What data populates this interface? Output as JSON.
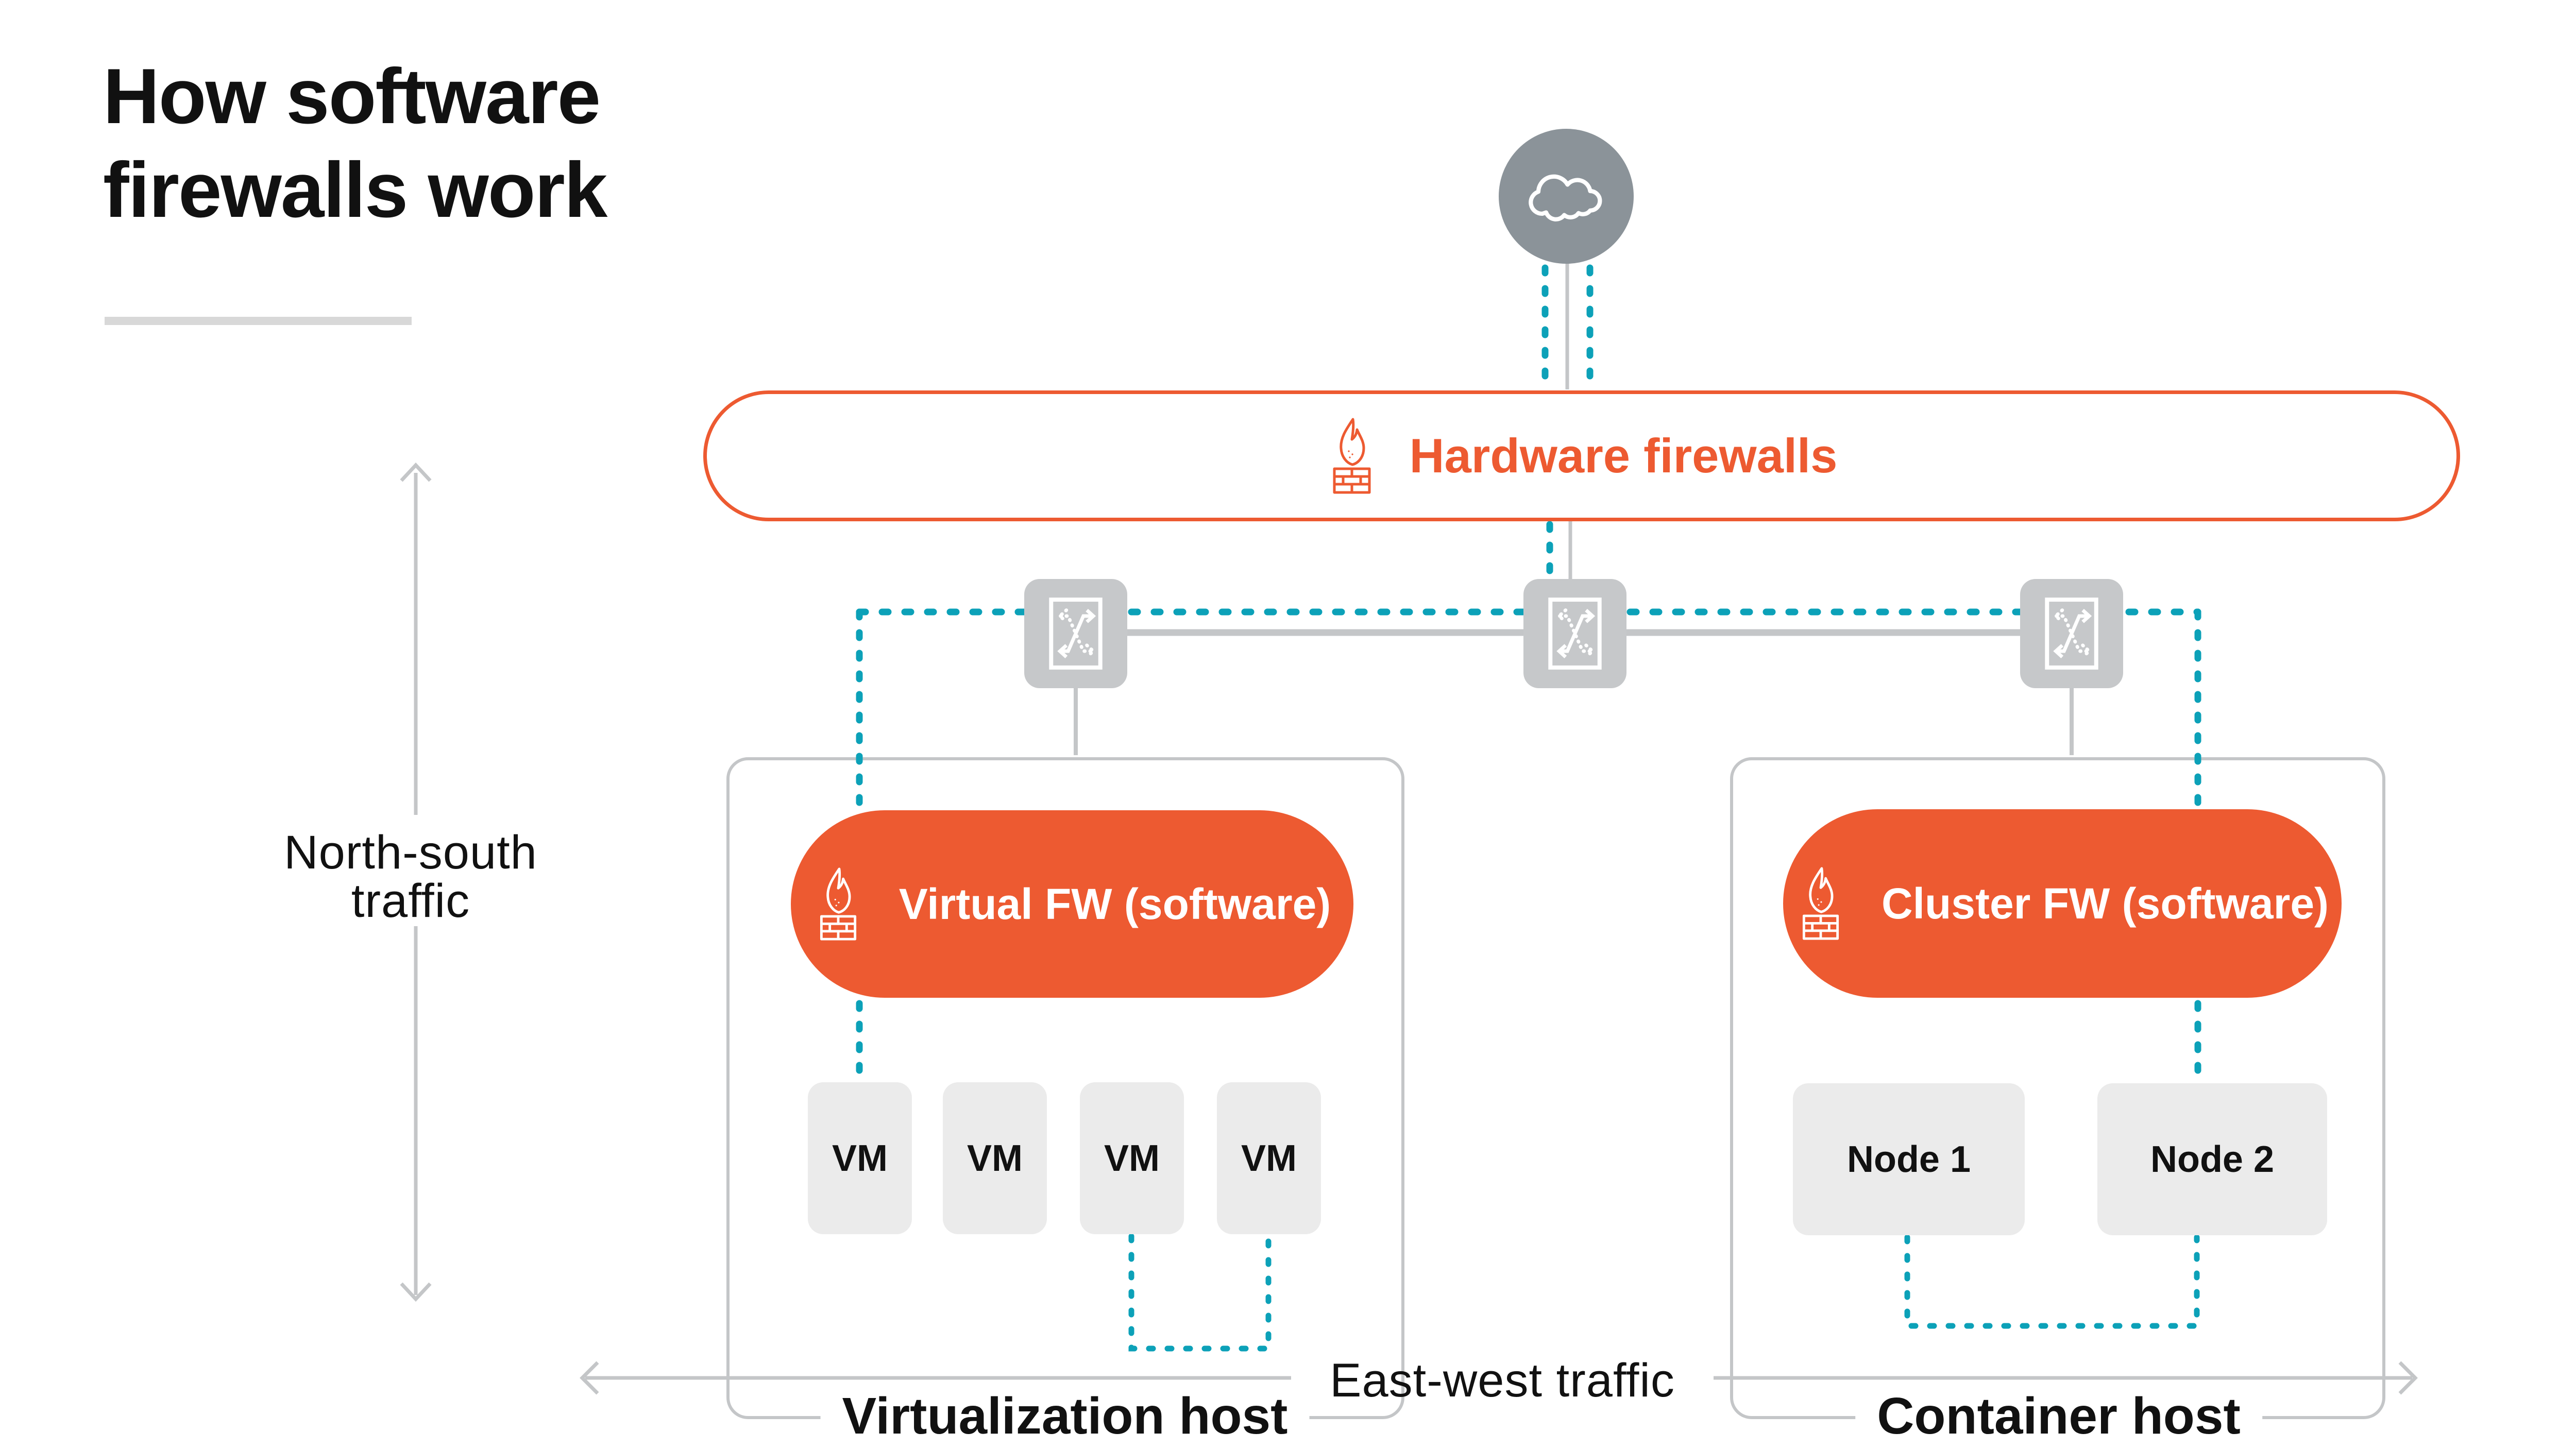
{
  "header": {
    "title_line1": "How software",
    "title_line2": "firewalls work"
  },
  "axis_labels": {
    "north_south_line1": "North-south",
    "north_south_line2": "traffic",
    "east_west": "East-west traffic"
  },
  "hardware_firewalls": {
    "label": "Hardware firewalls"
  },
  "virtualization_host": {
    "fw_label": "Virtual FW (software)",
    "host_label": "Virtualization host",
    "vms": [
      "VM",
      "VM",
      "VM",
      "VM"
    ]
  },
  "container_host": {
    "fw_label": "Cluster FW (software)",
    "host_label": "Container host",
    "nodes": [
      "Node 1",
      "Node 2"
    ]
  },
  "icons": {
    "cloud": "cloud-icon",
    "firewall": "firewall-flame-brick-icon",
    "switch": "network-switch-icon",
    "north_south_arrow": "vertical-double-arrow-icon",
    "east_west_arrow": "horizontal-double-arrow-icon"
  },
  "colors": {
    "orange": "#ED5A31",
    "teal": "#0CA1B8",
    "cloud_gray": "#8B9399",
    "switch_gray": "#C6C8CA",
    "unit_box_gray": "#EBEBEB",
    "line_gray": "#C4C6C8",
    "underline_gray": "#D8D8D8",
    "text_black": "#111111"
  }
}
